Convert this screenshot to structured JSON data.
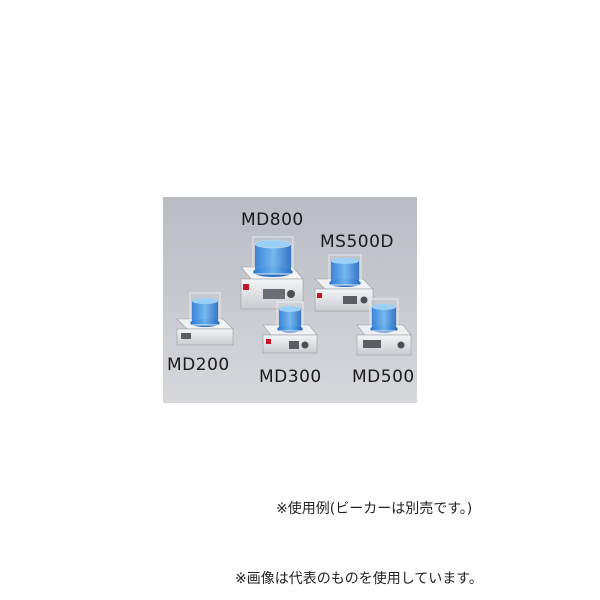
{
  "photo": {
    "labels": {
      "md800": "MD800",
      "ms500d": "MS500D",
      "md200": "MD200",
      "md300": "MD300",
      "md500": "MD500"
    }
  },
  "notes": {
    "usage_example": "※使用例(ビーカーは別売です。)",
    "representative_image": "※画像は代表のものを使用しています。"
  },
  "colors": {
    "liquid": "#3a8fe0",
    "stirrer_body": "#e9eaec",
    "background": "#c4c6cc"
  }
}
